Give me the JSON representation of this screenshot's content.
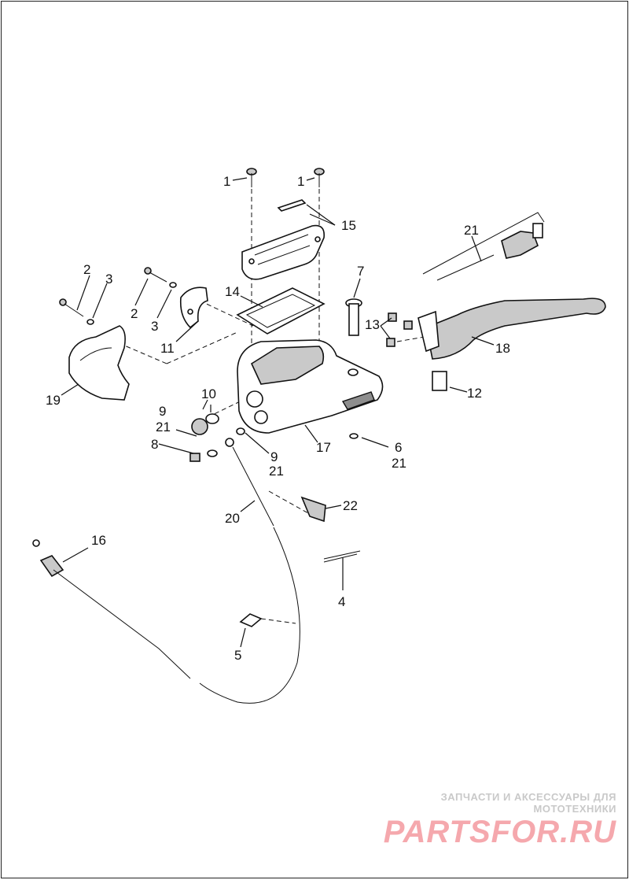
{
  "callouts": {
    "c1a": "1",
    "c1b": "1",
    "c2a": "2",
    "c2b": "2",
    "c3a": "3",
    "c3b": "3",
    "c4": "4",
    "c5": "5",
    "c6": "6",
    "c6_21": "21",
    "c7": "7",
    "c8": "8",
    "c9a": "9",
    "c9a_21": "21",
    "c9b": "9",
    "c9b_21": "21",
    "c10": "10",
    "c11": "11",
    "c12": "12",
    "c13": "13",
    "c14": "14",
    "c15": "15",
    "c16": "16",
    "c17": "17",
    "c18": "18",
    "c19": "19",
    "c20": "20",
    "c21": "21",
    "c22": "22"
  },
  "watermark": {
    "subtitle": "ЗАПЧАСТИ И АКСЕССУАРЫ ДЛЯ МОТОТЕХНИКИ",
    "logo": "PARTSFOR.RU"
  }
}
